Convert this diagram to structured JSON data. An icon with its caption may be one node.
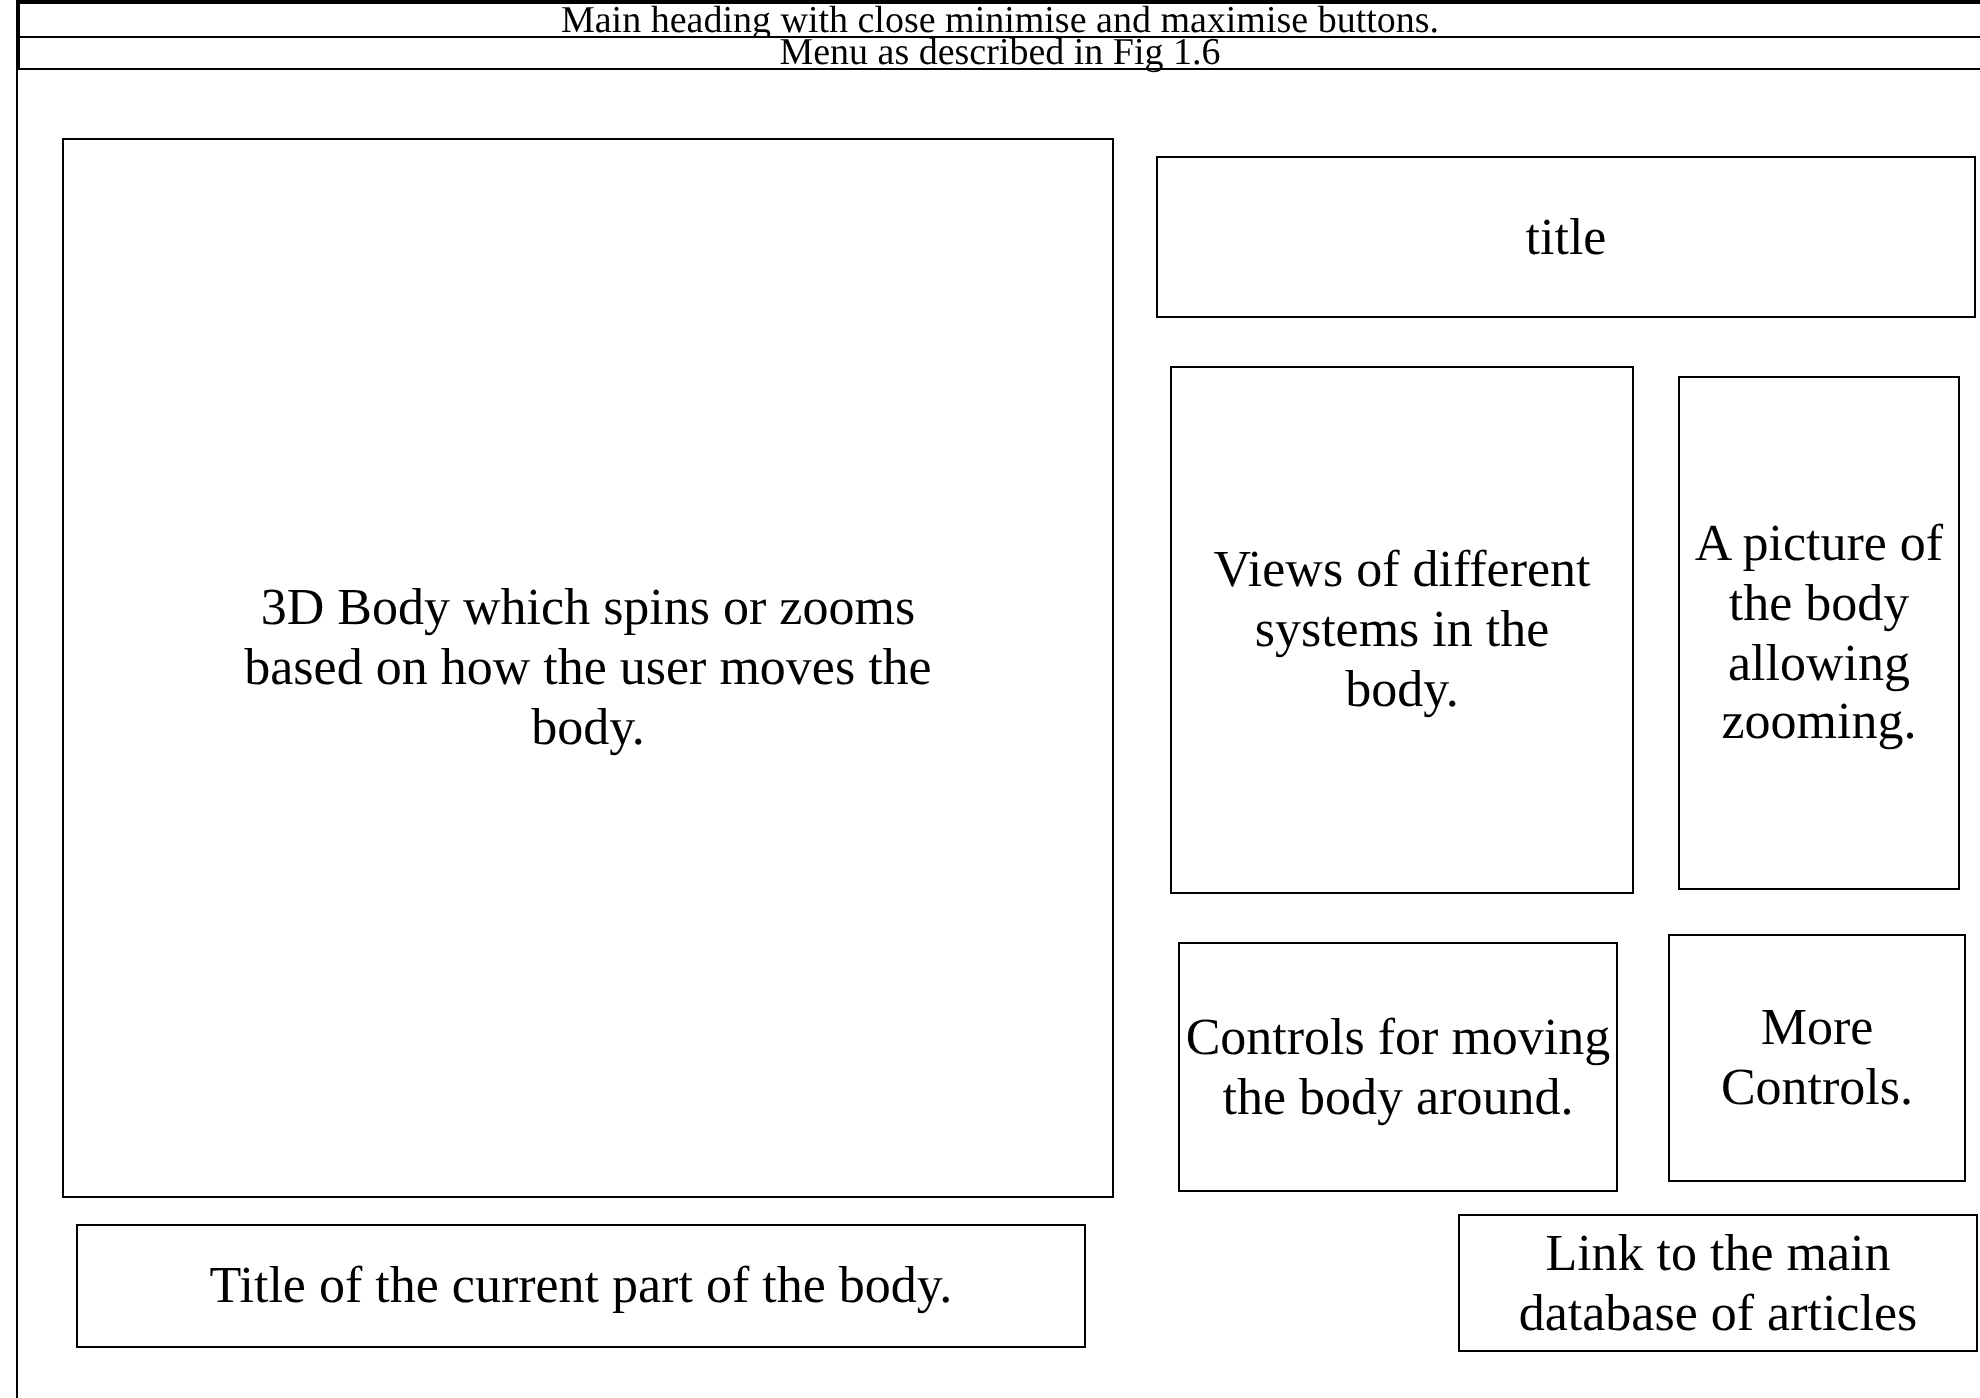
{
  "diagram": {
    "nodes": [
      {
        "text": [],
        "shape": "box"
      },
      {
        "text": [
          "Main heading with close minimise and maximise buttons."
        ],
        "in": 0
      },
      {
        "text": [
          "Menu as described in Fig 1.6"
        ],
        "in": 0
      },
      {
        "text": [
          "3D Body which spins or zooms based on how the user moves the body."
        ],
        "in": 0
      },
      {
        "text": [
          "title"
        ],
        "in": 0
      },
      {
        "text": [
          "Views of different systems in the body."
        ],
        "in": 0
      },
      {
        "text": [
          "A picture of the body allowing zooming."
        ],
        "in": 0
      },
      {
        "text": [
          "Controls for moving the body around."
        ],
        "in": 0
      },
      {
        "text": [
          "More Controls."
        ],
        "in": 0
      },
      {
        "text": [
          "Title of the current part of the body."
        ],
        "in": 0
      },
      {
        "text": [
          "Link to the main database of articles"
        ],
        "in": 0
      }
    ]
  }
}
